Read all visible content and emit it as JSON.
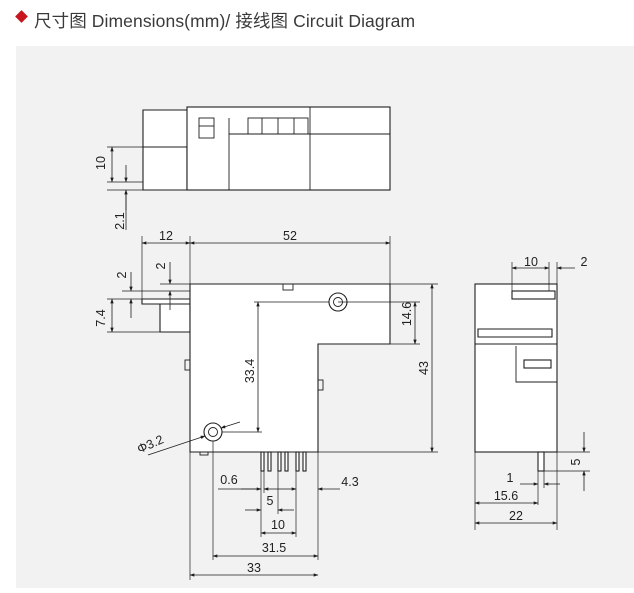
{
  "header": {
    "bullet_color": "#c8161e",
    "title": "尺寸图 Dimensions(mm)/ 接线图 Circuit Diagram"
  },
  "diagram": {
    "background": "#f2f2f2",
    "top_view": {
      "dim_height": "10",
      "dim_offset": "2.1"
    },
    "front_view": {
      "dim_tab_length": "12",
      "dim_body_length": "52",
      "dim_tab_gap_a": "2",
      "dim_tab_gap_b": "2",
      "dim_tab_height": "7.4",
      "dim_hole_offset": "14.6",
      "dim_hole_spacing": "33.4",
      "dim_body_height": "43",
      "dim_hole_diameter": "Φ3.2",
      "dim_pin_width": "0.6",
      "dim_pin_pitch_a": "5",
      "dim_pin_pitch_b": "10",
      "dim_pin_offset": "4.3",
      "dim_pin_span": "31.5",
      "dim_pin_row": "33"
    },
    "side_view": {
      "dim_tab_width": "10",
      "dim_tab_offset": "2",
      "dim_pin_height": "5",
      "dim_pin_thickness": "1",
      "dim_pin_position": "15.6",
      "dim_body_depth": "22"
    }
  }
}
